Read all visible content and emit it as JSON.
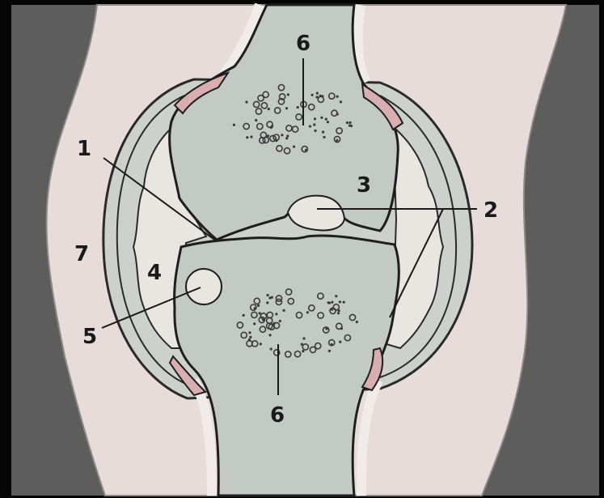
{
  "labels": {
    "n1": "1",
    "n2": "2",
    "n3": "3",
    "n4": "4",
    "n5": "5",
    "n6_top": "6",
    "n6_bottom": "6",
    "n7": "7"
  },
  "colors": {
    "frame": "#050505",
    "background": "#5d5d5d",
    "skin": "#e7dcda",
    "bone": "#c3c9c5",
    "cortex_rim": "#f1ecea",
    "bone_outline": "#1e1e1e",
    "cartilage": "#d9aeb0",
    "capsule_fill": "#cdd1cc",
    "synovial_fill": "#e9e5e0",
    "dots": "#3a3a3a",
    "label_text": "#1a1a1a"
  }
}
